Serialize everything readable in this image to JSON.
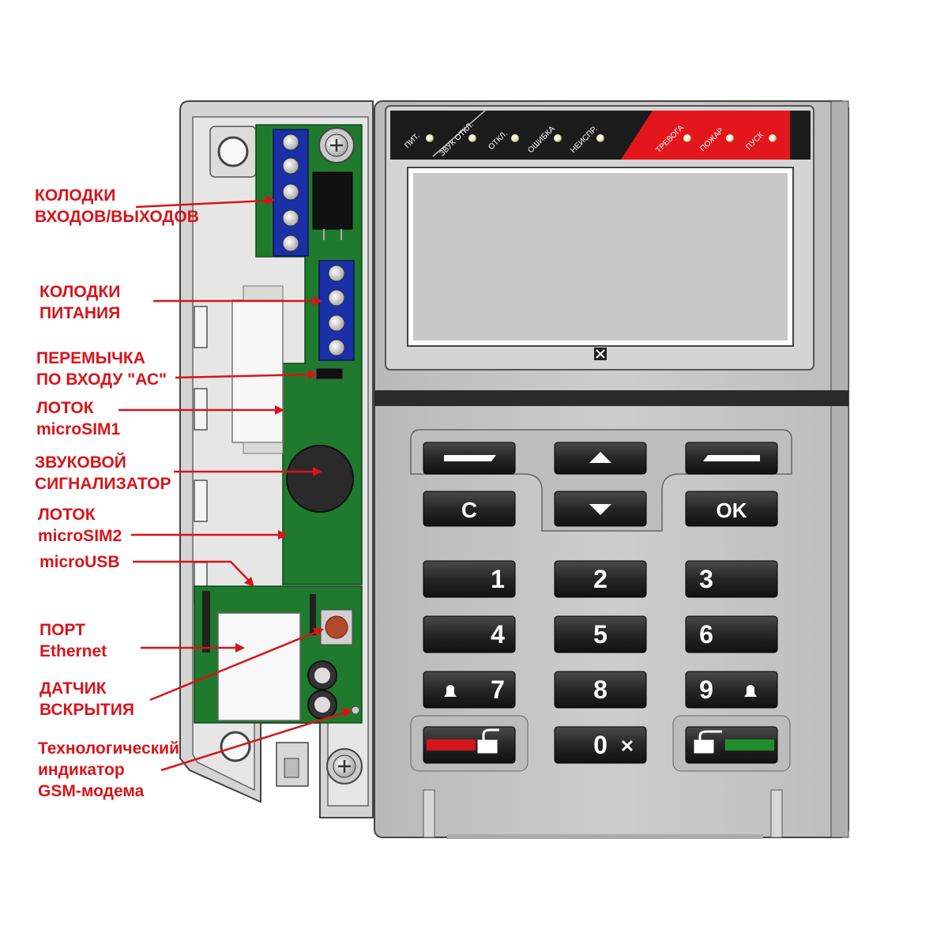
{
  "callouts": [
    {
      "id": "io-terminals",
      "lines": [
        "КОЛОДКИ",
        "ВХОДОВ/ВЫХОДОВ"
      ]
    },
    {
      "id": "power-terminals",
      "lines": [
        "КОЛОДКИ",
        "ПИТАНИЯ"
      ]
    },
    {
      "id": "ac-jumper",
      "lines": [
        "ПЕРЕМЫЧКА",
        "ПО ВХОДУ \"АС\""
      ]
    },
    {
      "id": "microsim1-tray",
      "lines": [
        "ЛОТОК",
        "microSIM1"
      ]
    },
    {
      "id": "buzzer",
      "lines": [
        "ЗВУКОВОЙ",
        "СИГНАЛИЗАТОР"
      ]
    },
    {
      "id": "microsim2-tray",
      "lines": [
        "ЛОТОК",
        "microSIM2"
      ]
    },
    {
      "id": "microusb",
      "lines": [
        "microUSB"
      ]
    },
    {
      "id": "ethernet-port",
      "lines": [
        "ПОРТ",
        "Ethernet"
      ]
    },
    {
      "id": "tamper-sensor",
      "lines": [
        "ДАТЧИК",
        "ВСКРЫТИЯ"
      ]
    },
    {
      "id": "gsm-indicator",
      "lines": [
        "Технологический",
        "индикатор",
        "GSM-модема"
      ]
    }
  ],
  "indicators": {
    "power": "ПИТ.",
    "sound_off": "ЗВУК ОТКЛ.",
    "disabled": "ОТКЛ.",
    "error": "ОШИБКА",
    "fault": "НЕИСПР.",
    "alarm": "ТРЕВОГА",
    "fire": "ПОЖАР",
    "start": "ПУСК"
  },
  "keys": {
    "clear": "C",
    "ok": "OK",
    "d1": "1",
    "d2": "2",
    "d3": "3",
    "d4": "4",
    "d5": "5",
    "d6": "6",
    "d7": "7",
    "d8": "8",
    "d9": "9",
    "d0": "0",
    "zero_suffix": "✕"
  },
  "colors": {
    "label": "#d8141b",
    "pcb": "#1f7a2e",
    "terminal": "#1a2fa8",
    "keypad_body": "#c4c4c4",
    "key": "#2a2a2a",
    "indicator_bar": "#1c1c1c",
    "alarm_red": "#e3161b"
  }
}
